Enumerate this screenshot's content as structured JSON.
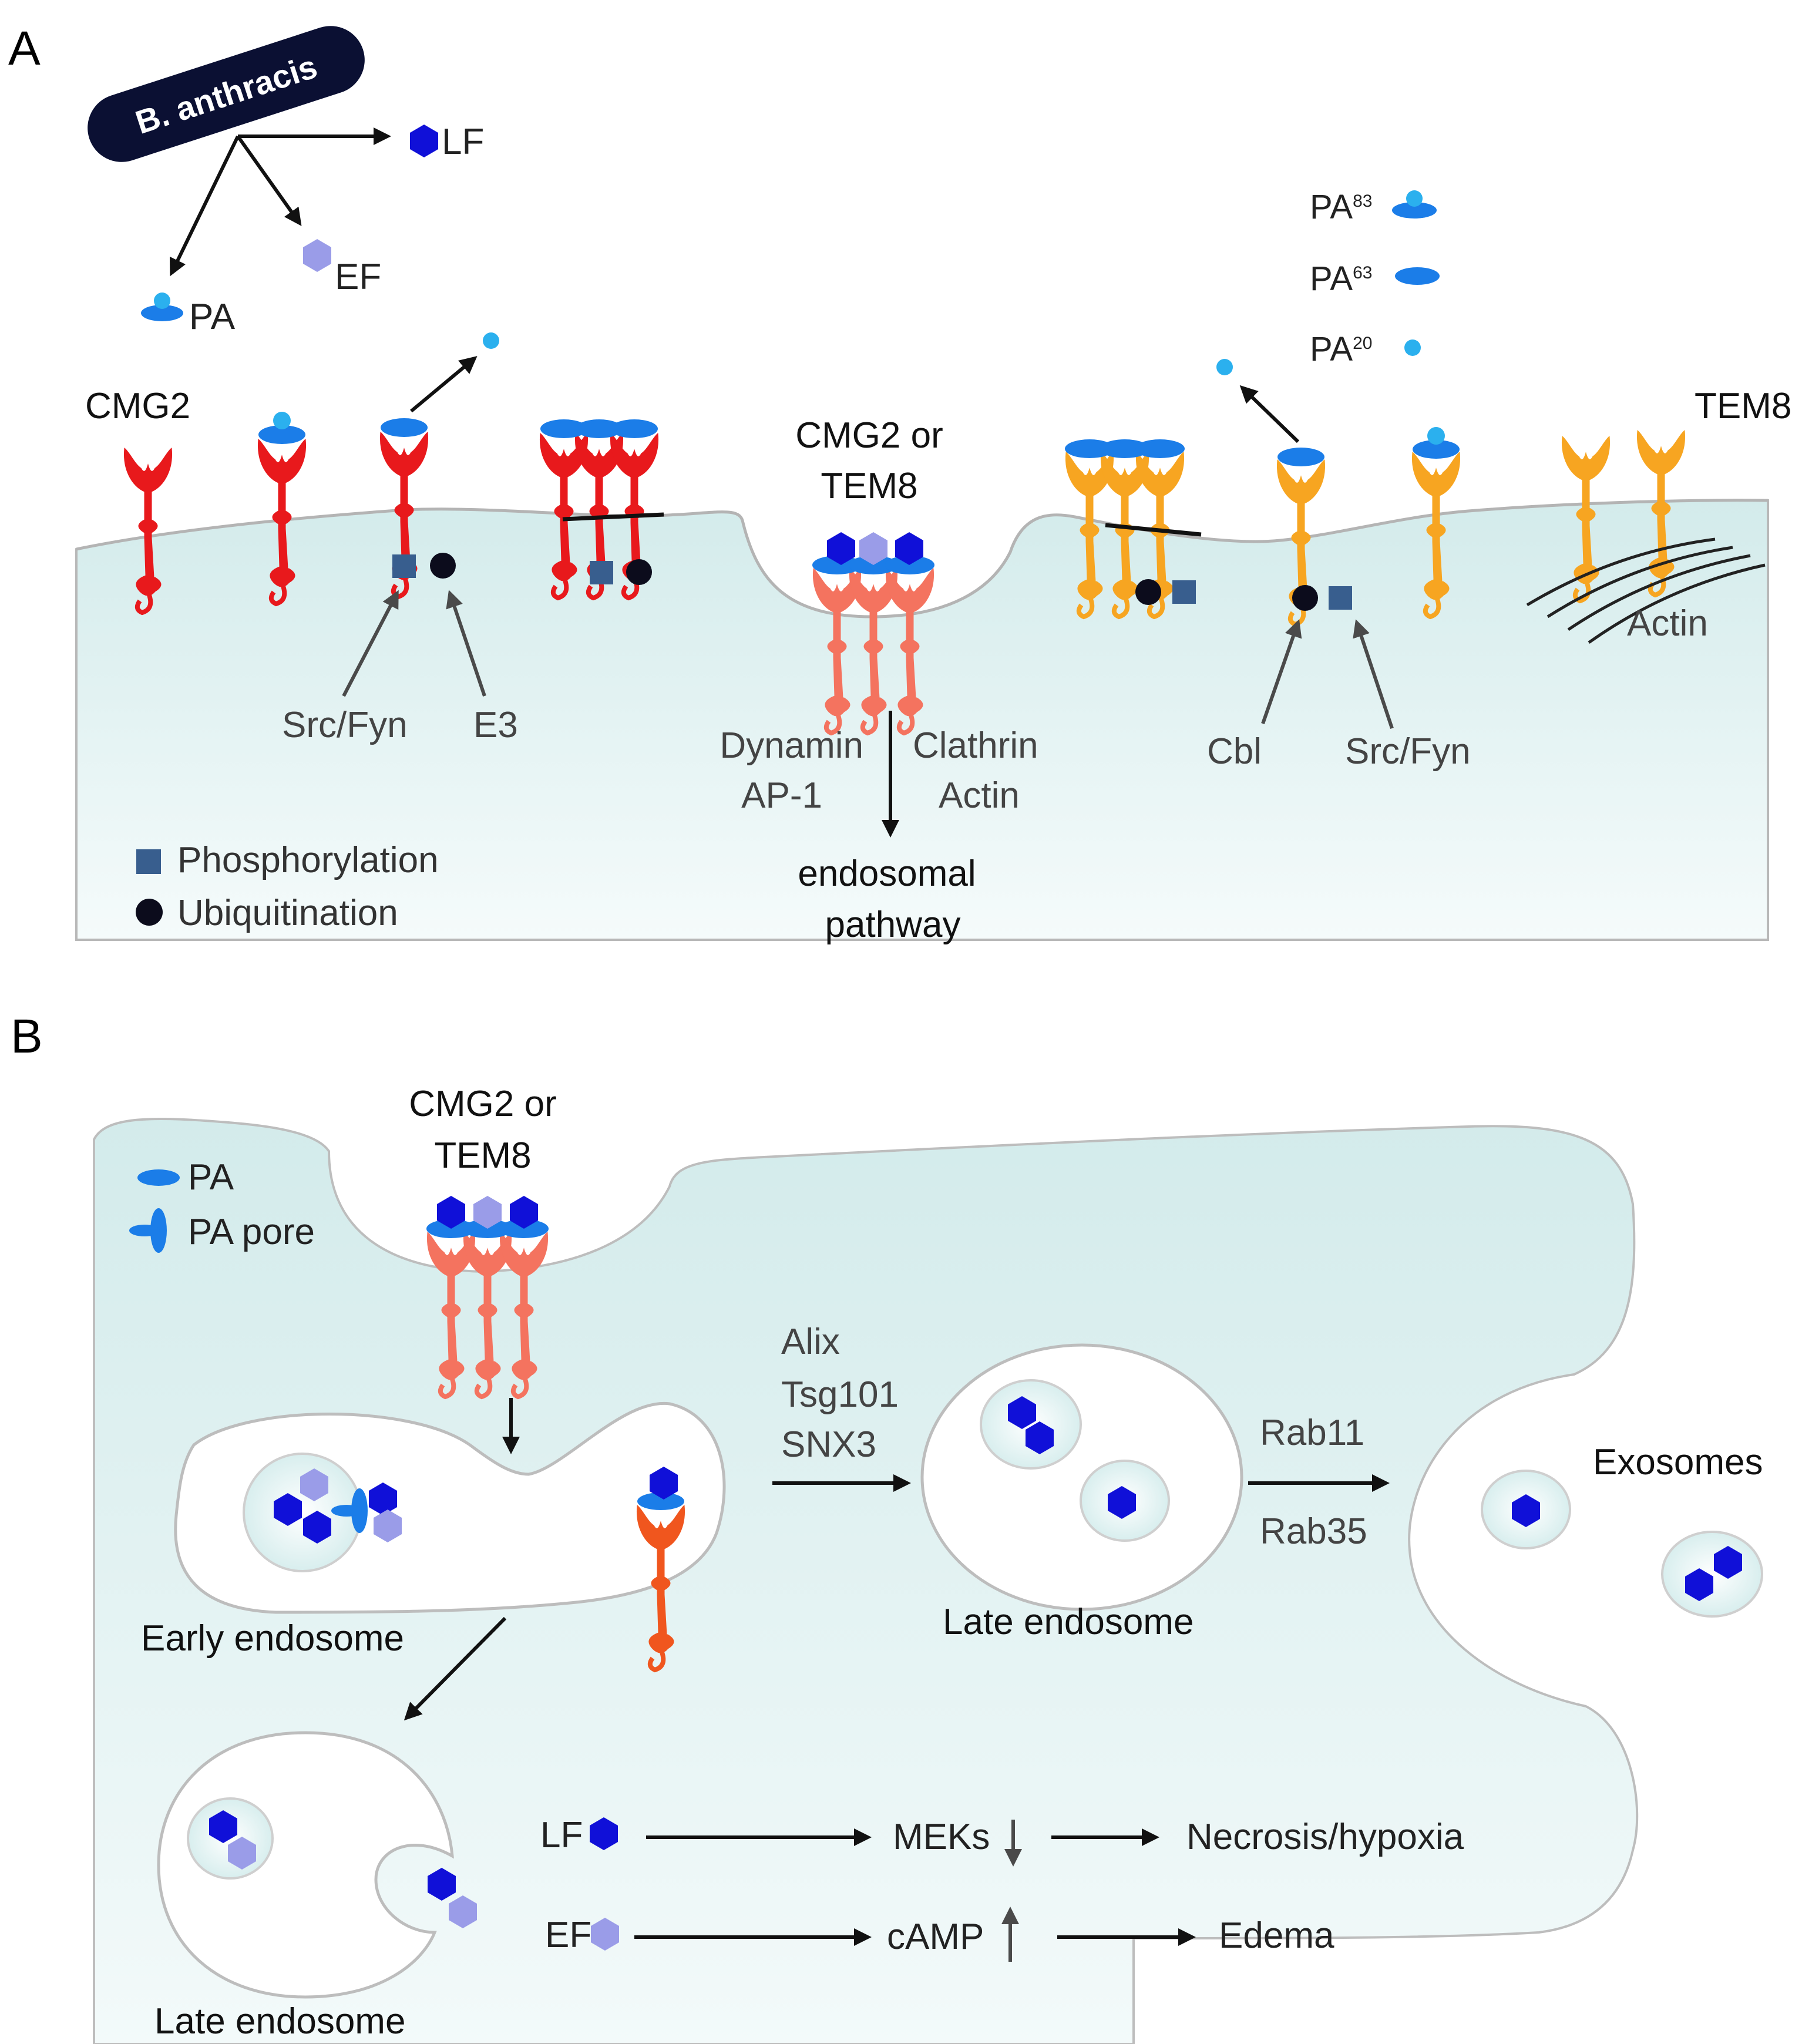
{
  "panel_a": {
    "letter": "A",
    "bacterium": "B. anthracis",
    "toxins": {
      "lf": "LF",
      "ef": "EF",
      "pa": "PA"
    },
    "legend_pa": {
      "pa83": "PA",
      "pa83_sup": "83",
      "pa63": "PA",
      "pa63_sup": "63",
      "pa20": "PA",
      "pa20_sup": "20"
    },
    "receptor_left": "CMG2",
    "receptor_right": "TEM8",
    "pit_label_1": "CMG2 or",
    "pit_label_2": "TEM8",
    "kinase_left": "Src/Fyn",
    "e3": "E3",
    "cbl": "Cbl",
    "kinase_right": "Src/Fyn",
    "actin": "Actin",
    "uptake_left_1": "Dynamin",
    "uptake_left_2": "AP-1",
    "uptake_right_1": "Clathrin",
    "uptake_right_2": "Actin",
    "endosomal_1": "endosomal",
    "endosomal_2": "pathway",
    "legend_phos": "Phosphorylation",
    "legend_ubiq": "Ubiquitination"
  },
  "panel_b": {
    "letter": "B",
    "pit_label_1": "CMG2 or",
    "pit_label_2": "TEM8",
    "legend_pa": "PA",
    "legend_pore": "PA pore",
    "esc_1": "Alix",
    "esc_2": "Tsg101",
    "esc_3": "SNX3",
    "rab_1": "Rab11",
    "rab_2": "Rab35",
    "exosomes": "Exosomes",
    "early_endosome": "Early endosome",
    "late_endosome_right": "Late endosome",
    "late_endosome_bottom": "Late endosome",
    "lf": "LF",
    "meks": "MEKs",
    "necrosis": "Necrosis/hypoxia",
    "ef": "EF",
    "camp": "cAMP",
    "edema": "Edema"
  },
  "colors": {
    "cmg2": "#e8191c",
    "cmg2_endocytic": "#f4735f",
    "tem8": "#f7a521",
    "endosomal_receptor": "#f0561e",
    "pa": "#1b7de8",
    "pa20": "#2bb0ee",
    "lf": "#1010d8",
    "ef": "#9a9ce8",
    "phosphorylation": "#385e8e",
    "ubiquitination": "#0c0c1c",
    "cytoplasm": "#d6ecec",
    "bacterium": "#0b1033"
  }
}
